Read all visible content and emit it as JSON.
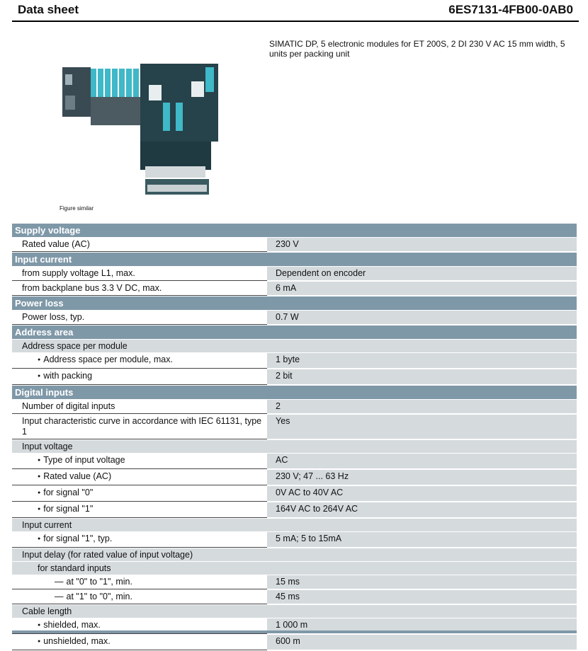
{
  "header": {
    "title": "Data sheet",
    "part_number": "6ES7131-4FB00-0AB0"
  },
  "description": "SIMATIC DP, 5 electronic modules for ET 200S, 2 DI 230 V AC 15 mm width, 5 units per packing unit",
  "image": {
    "caption": "Figure similar"
  },
  "sections": {
    "supply_voltage": {
      "title": "Supply voltage",
      "rated_value": {
        "label": "Rated value (AC)",
        "value": "230 V"
      }
    },
    "input_current": {
      "title": "Input current",
      "l1": {
        "label": "from supply voltage L1, max.",
        "value": "Dependent on encoder"
      },
      "backplane": {
        "label": "from backplane bus 3.3 V DC, max.",
        "value": "6 mA"
      }
    },
    "power_loss": {
      "title": "Power loss",
      "typ": {
        "label": "Power loss, typ.",
        "value": "0.7 W"
      }
    },
    "address_area": {
      "title": "Address area",
      "subheading": "Address space per module",
      "per_module": {
        "label": "Address space per module, max.",
        "value": "1 byte"
      },
      "packing": {
        "label": "with packing",
        "value": "2 bit"
      }
    },
    "digital_inputs": {
      "title": "Digital inputs",
      "number": {
        "label": "Number of digital inputs",
        "value": "2"
      },
      "curve": {
        "label": "Input characteristic curve in accordance with IEC 61131, type 1",
        "value": "Yes"
      },
      "input_voltage_heading": "Input voltage",
      "voltage_type": {
        "label": "Type of input voltage",
        "value": "AC"
      },
      "voltage_rated": {
        "label": "Rated value (AC)",
        "value": "230 V; 47 ... 63 Hz"
      },
      "signal0": {
        "label": "for signal \"0\"",
        "value": "0V AC to 40V AC"
      },
      "signal1": {
        "label": "for signal \"1\"",
        "value": "164V AC to 264V AC"
      },
      "input_current_heading": "Input current",
      "current_signal1": {
        "label": "for signal \"1\", typ.",
        "value": "5 mA; 5 to 15mA"
      },
      "delay_heading": "Input delay (for rated value of input voltage)",
      "standard_heading": "for standard inputs",
      "delay_01": {
        "label": "at \"0\" to \"1\", min.",
        "value": "15 ms"
      },
      "delay_10": {
        "label": "at \"1\" to \"0\", min.",
        "value": "45 ms"
      },
      "cable_heading": "Cable length",
      "shielded": {
        "label": "shielded, max.",
        "value": "1 000 m"
      },
      "unshielded": {
        "label": "unshielded, max.",
        "value": "600 m"
      }
    }
  }
}
